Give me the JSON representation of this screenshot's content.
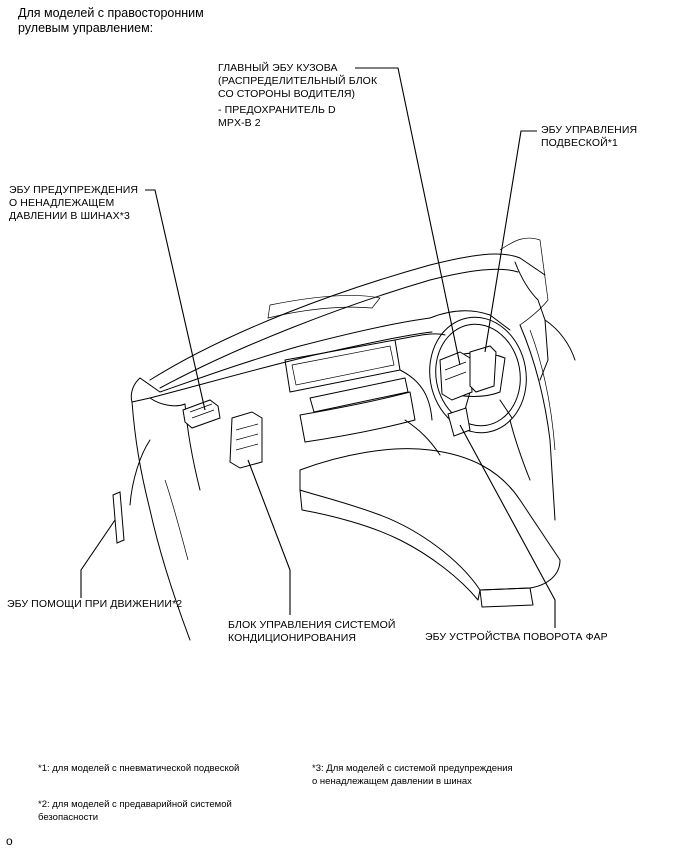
{
  "heading": "Для моделей с правосторонним\nрулевым управлением:",
  "labels": {
    "main_body_ecu": "ГЛАВНЫЙ ЭБУ КУЗОВА\n(РАСПРЕДЕЛИТЕЛЬНЫЙ БЛОК\nСО СТОРОНЫ ВОДИТЕЛЯ)",
    "fuse": "- ПРЕДОХРАНИТЕЛЬ D\nMPX-B 2",
    "suspension_ecu": "ЭБУ УПРАВЛЕНИЯ\nПОДВЕСКОЙ*1",
    "tire_pressure_ecu": "ЭБУ ПРЕДУПРЕЖДЕНИЯ\nО НЕНАДЛЕЖАЩЕМ\nДАВЛЕНИИ В ШИНАХ*3",
    "driving_support_ecu": "ЭБУ ПОМОЩИ ПРИ ДВИЖЕНИИ*2",
    "ac_control": "БЛОК УПРАВЛЕНИЯ СИСТЕМОЙ\nКОНДИЦИОНИРОВАНИЯ",
    "headlight_swivel_ecu": "ЭБУ УСТРОЙСТВА ПОВОРОТА ФАР"
  },
  "footnotes": {
    "note1": "*1: для моделей с пневматической подвеской",
    "note2": "*2: для моделей с предаварийной системой\nбезопасности",
    "note3": "*3: Для моделей с системой предупреждения\nо ненадлежащем давлении в шинах"
  },
  "corner_mark": "o"
}
